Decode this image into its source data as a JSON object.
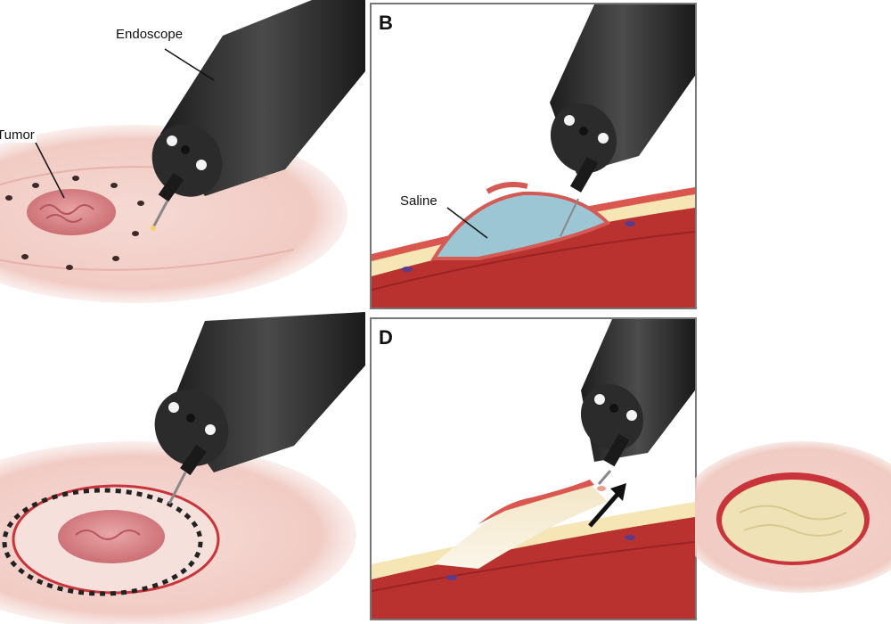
{
  "panels": {
    "b_label": "B",
    "d_label": "D"
  },
  "callouts": {
    "endoscope": "Endoscope",
    "tumor": "Tumor",
    "saline": "Saline"
  },
  "colors": {
    "tumor": "#d9868a",
    "mucosa": "#f2cfc9",
    "submucosa": "#f6e6b5",
    "muscle": "#b72f2f",
    "saline": "#9cc6d4",
    "endoscope": "#2a2a2a"
  }
}
